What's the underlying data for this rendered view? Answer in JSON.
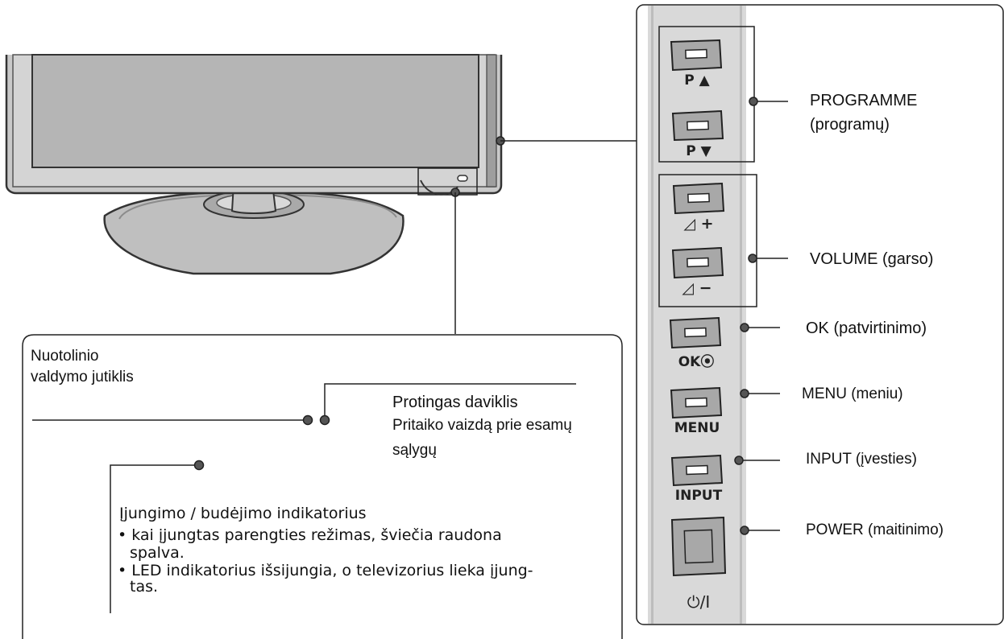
{
  "callouts": {
    "remote_sensor": {
      "line1": "Nuotolinio",
      "line2": "valdymo jutiklis"
    },
    "intelligent_sensor": {
      "title": "Protingas daviklis",
      "line1": "Pritaiko vaizdą prie esamų",
      "line2": "sąlygų"
    },
    "power_indicator": {
      "title": "Įjungimo / budėjimo indikatorius",
      "bullet1_line1": "• kai įjungtas parengties režimas, šviečia raudona",
      "bullet1_line2": "spalva.",
      "bullet2_line1": "• LED indikatorius išsijungia, o televizorius lieka įjung-",
      "bullet2_line2": "tas."
    }
  },
  "side_panel": {
    "buttons": [
      {
        "caption": "P ▲"
      },
      {
        "caption": "P ▼"
      },
      {
        "caption": "◿ +"
      },
      {
        "caption": "◿ −"
      },
      {
        "caption": "OK⦿"
      },
      {
        "caption": "MENU"
      },
      {
        "caption": "INPUT"
      },
      {
        "caption": "⏻/I"
      }
    ],
    "labels": {
      "programme": {
        "line1": "PROGRAMME",
        "line2": "(programų)"
      },
      "volume": "VOLUME (garso)",
      "ok": "OK (patvirtinimo)",
      "menu": "MENU (meniu)",
      "input": "INPUT (įvesties)",
      "power": "POWER (maitinimo)"
    }
  }
}
